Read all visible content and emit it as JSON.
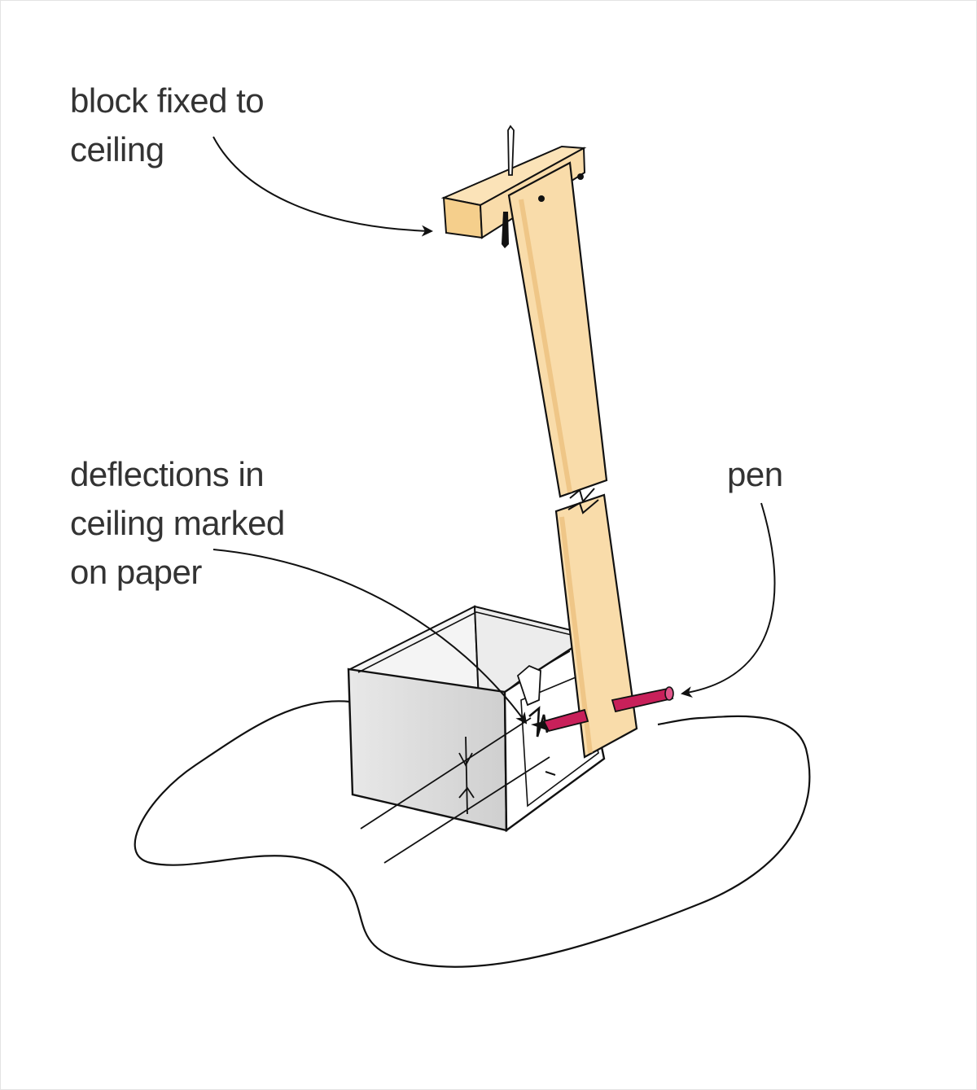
{
  "labels": {
    "block": [
      "block fixed to",
      "ceiling"
    ],
    "deflections": [
      "deflections in",
      "ceiling marked",
      "on paper"
    ],
    "pen": "pen"
  },
  "colors": {
    "background": "#ffffff",
    "wood": "#f9dcaa",
    "wood_dark": "#f0c27f",
    "box_side": "#dcdcdc",
    "box_inner": "#f2f2f2",
    "pen": "#c8205a",
    "ink": "#111111",
    "text": "#333333"
  }
}
